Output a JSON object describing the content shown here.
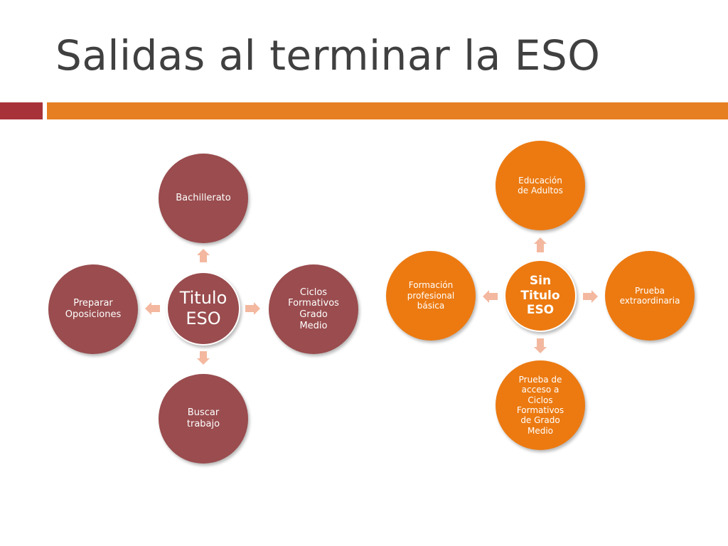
{
  "slide": {
    "title": "Salidas al terminar la ESO"
  },
  "left_diagram": {
    "center": [
      "Titulo",
      "ESO"
    ],
    "top": "Bachillerato",
    "right": [
      "Ciclos",
      "Formativos",
      "Grado",
      "Medio"
    ],
    "bottom": [
      "Buscar",
      "trabajo"
    ],
    "left": [
      "Preparar",
      "Oposiciones"
    ]
  },
  "right_diagram": {
    "center": [
      "Sin",
      "Titulo",
      "ESO"
    ],
    "top": [
      "Educación",
      "de Adultos"
    ],
    "right": [
      "Prueba",
      "extraordinaria"
    ],
    "bottom": [
      "Prueba de",
      "acceso a",
      "Ciclos",
      "Formativos",
      "de Grado",
      "Medio"
    ],
    "left": [
      "Formación",
      "profesional",
      "básica"
    ]
  },
  "colors": {
    "maroon": "#9a4c4e",
    "orange": "#ec7a11",
    "title_bar_red": "#a8323a",
    "title_bar_orange": "#e67e22",
    "arrow": "#f3b89f"
  }
}
